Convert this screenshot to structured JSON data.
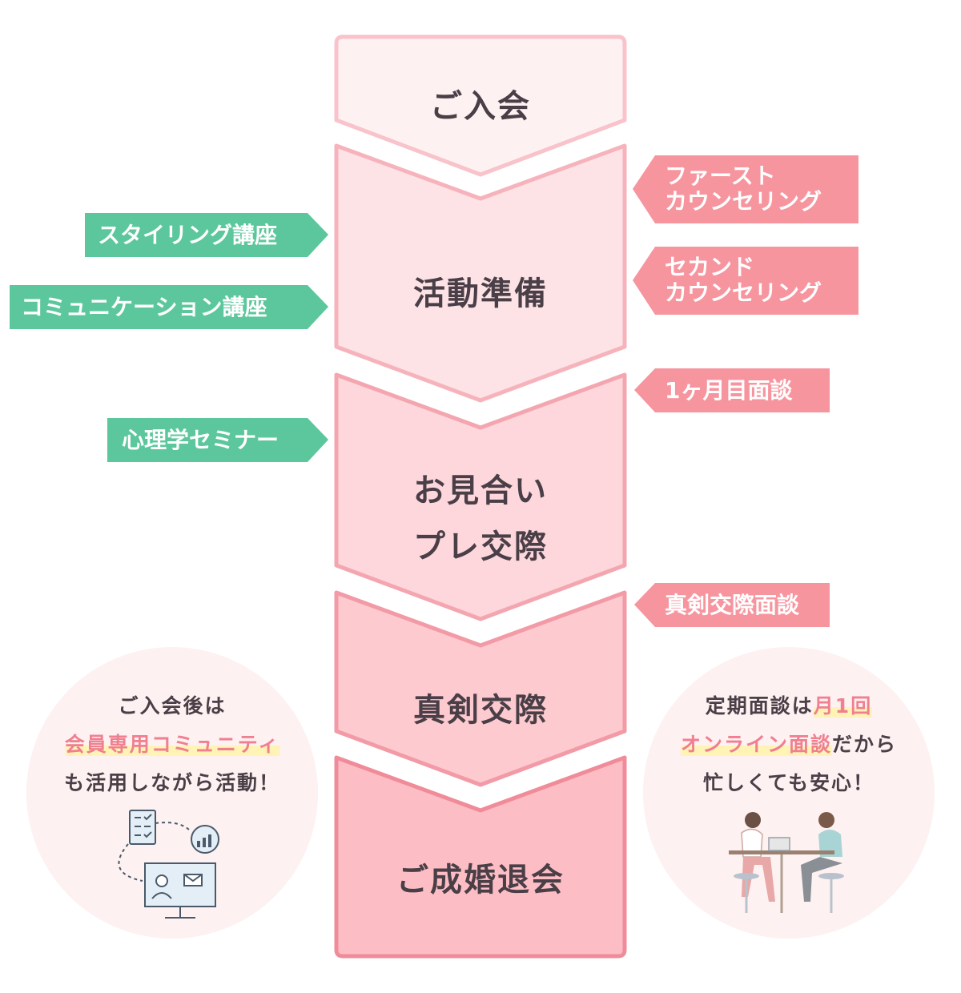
{
  "flow": {
    "steps": [
      {
        "id": "step-1",
        "label": "ご入会"
      },
      {
        "id": "step-2",
        "label": "活動準備"
      },
      {
        "id": "step-3",
        "label_line1": "お見合い",
        "label_line2": "プレ交際"
      },
      {
        "id": "step-4",
        "label": "真剣交際"
      },
      {
        "id": "step-5",
        "label": "ご成婚退会"
      }
    ]
  },
  "right_tags": {
    "first_counseling": {
      "line1": "ファースト",
      "line2": "カウンセリング"
    },
    "second_counseling": {
      "line1": "セカンド",
      "line2": "カウンセリング"
    },
    "first_month": "1ヶ月目面談",
    "serious": "真剣交際面談"
  },
  "left_tags": {
    "styling": "スタイリング講座",
    "communication": "コミュニケーション講座",
    "psychology": "心理学セミナー"
  },
  "left_circle": {
    "line1": "ご入会後は",
    "line2": "会員専用コミュニティ",
    "line3": "も活用しながら活動！"
  },
  "right_circle": {
    "line1_a": "定期面談は",
    "line1_b": "月1回",
    "line2_a": "オンライン面談",
    "line2_b": "だから",
    "line3": "忙しくても安心！"
  },
  "colors": {
    "green": "#5cc79c",
    "pink_tag": "#f7959f",
    "step_border": "#f4a9b3",
    "text": "#4a3f47",
    "highlight": "#f07f90"
  }
}
